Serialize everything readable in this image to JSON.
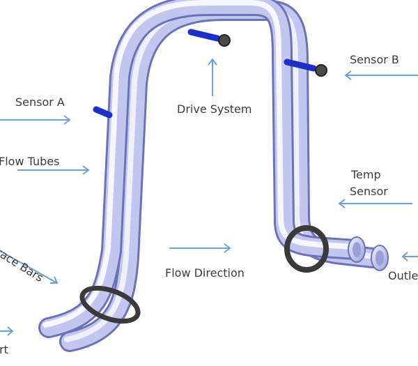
{
  "labels": {
    "sensor_a": "Sensor A",
    "sensor_b": "Sensor B",
    "drive_system": "Drive System",
    "flow_tubes": "Flow Tubes",
    "temp_sensor_line1": "Temp",
    "temp_sensor_line2": "Sensor",
    "brace_bars": "Brace Bars",
    "flow_direction": "Flow Direction",
    "outlet": "Outlet",
    "inlet": "rt"
  },
  "colors": {
    "tube_light": "#e9ecfb",
    "tube_mid": "#b3b8e6",
    "tube_dark": "#7f86c4",
    "sensor_blue": "#1c2fc9",
    "brace": "#3a3a3a",
    "arrow": "#6f9fd6",
    "text": "#3c3c3c"
  }
}
